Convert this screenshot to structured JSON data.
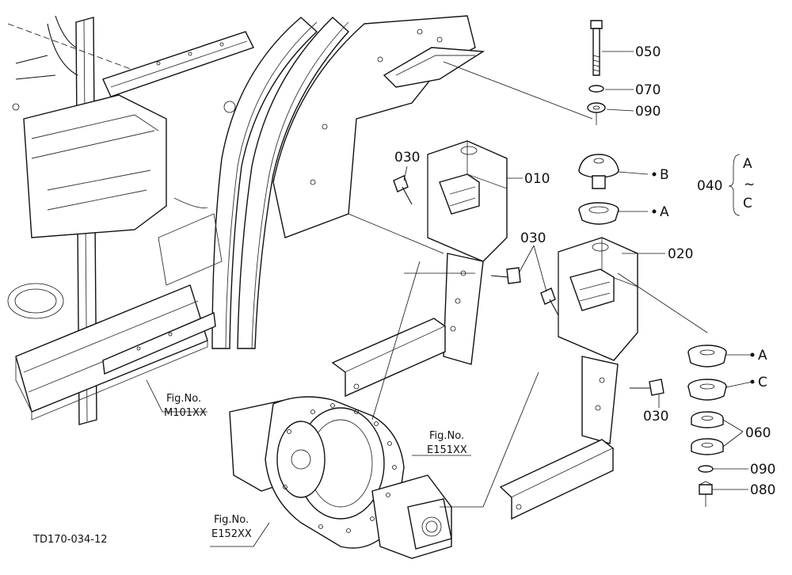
{
  "drawing_id": "TD170-034-12",
  "parts": {
    "p010": "010",
    "p020": "020",
    "p030_a": "030",
    "p030_b": "030",
    "p030_c": "030",
    "p040": "040",
    "p050": "050",
    "p060": "060",
    "p070": "070",
    "p080": "080",
    "p090_a": "090",
    "p090_b": "090"
  },
  "letters": {
    "b1": "B",
    "a1": "A",
    "a2": "A",
    "c1": "C",
    "range_top": "A",
    "range_tilde": "~",
    "range_bottom": "C"
  },
  "figure_refs": {
    "m101": {
      "line1": "Fig.No.",
      "line2": "M101XX"
    },
    "e151": {
      "line1": "Fig.No.",
      "line2": "E151XX"
    },
    "e152": {
      "line1": "Fig.No.",
      "line2": "E152XX"
    }
  }
}
